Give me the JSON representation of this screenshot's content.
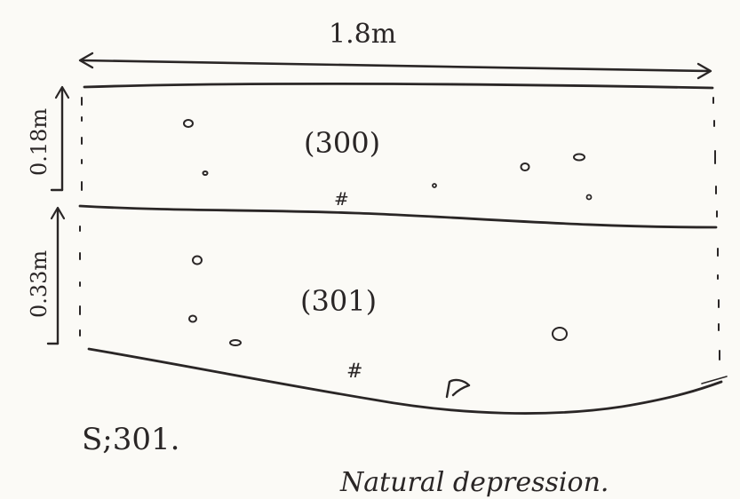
{
  "title": "Natural depression.",
  "section_label": "S;301.",
  "dimensions": {
    "width": "1.8m",
    "upper_depth": "0.18m",
    "lower_depth": "0.33m"
  },
  "contexts": {
    "upper": "(300)",
    "lower": "(301)"
  },
  "hash_marks": [
    "#",
    "#"
  ],
  "ink_color": "#2a2626",
  "paper_color": "#fbfaf6"
}
